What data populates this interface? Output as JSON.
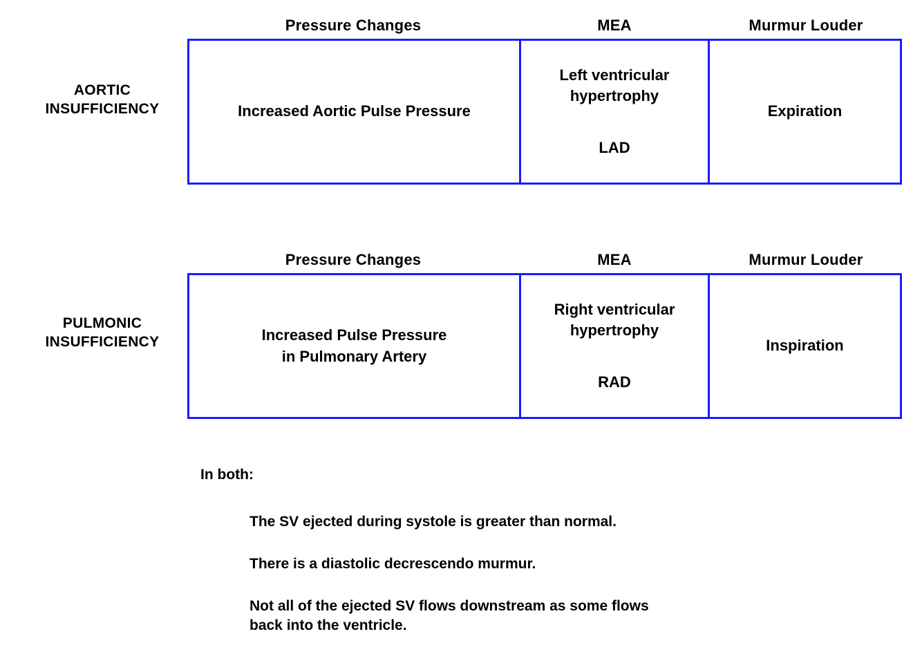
{
  "theme": {
    "border_color": "#1A1AFF",
    "text_color": "#000000",
    "background": "#FFFFFF"
  },
  "column_headers": {
    "pressure_changes": "Pressure  Changes",
    "mea": "MEA",
    "murmur_louder": "Murmur  Louder"
  },
  "rows": [
    {
      "label": "AORTIC\nINSUFFICIENCY",
      "label_line1": "AORTIC",
      "label_line2": "INSUFFICIENCY",
      "pressure_changes": "Increased  Aortic  Pulse  Pressure",
      "mea_line1": "Left  ventricular",
      "mea_line2": "hypertrophy",
      "mea_axis": "LAD",
      "murmur_louder": "Expiration"
    },
    {
      "label": "PULMONIC\nINSUFFICIENCY",
      "label_line1": "PULMONIC",
      "label_line2": "INSUFFICIENCY",
      "pressure_changes_line1": "Increased  Pulse  Pressure",
      "pressure_changes_line2": "in  Pulmonary  Artery",
      "mea_line1": "Right  ventricular",
      "mea_line2": "hypertrophy",
      "mea_axis": "RAD",
      "murmur_louder": "Inspiration"
    }
  ],
  "notes": {
    "title": "In both:",
    "items": [
      "The SV ejected during systole is greater than normal.",
      "There is a diastolic decrescendo murmur.",
      "Not all of the ejected SV flows downstream as some flows\nback into the ventricle."
    ],
    "item3_line1": "Not all of the ejected SV flows downstream as some flows",
    "item3_line2": "back into the ventricle."
  }
}
